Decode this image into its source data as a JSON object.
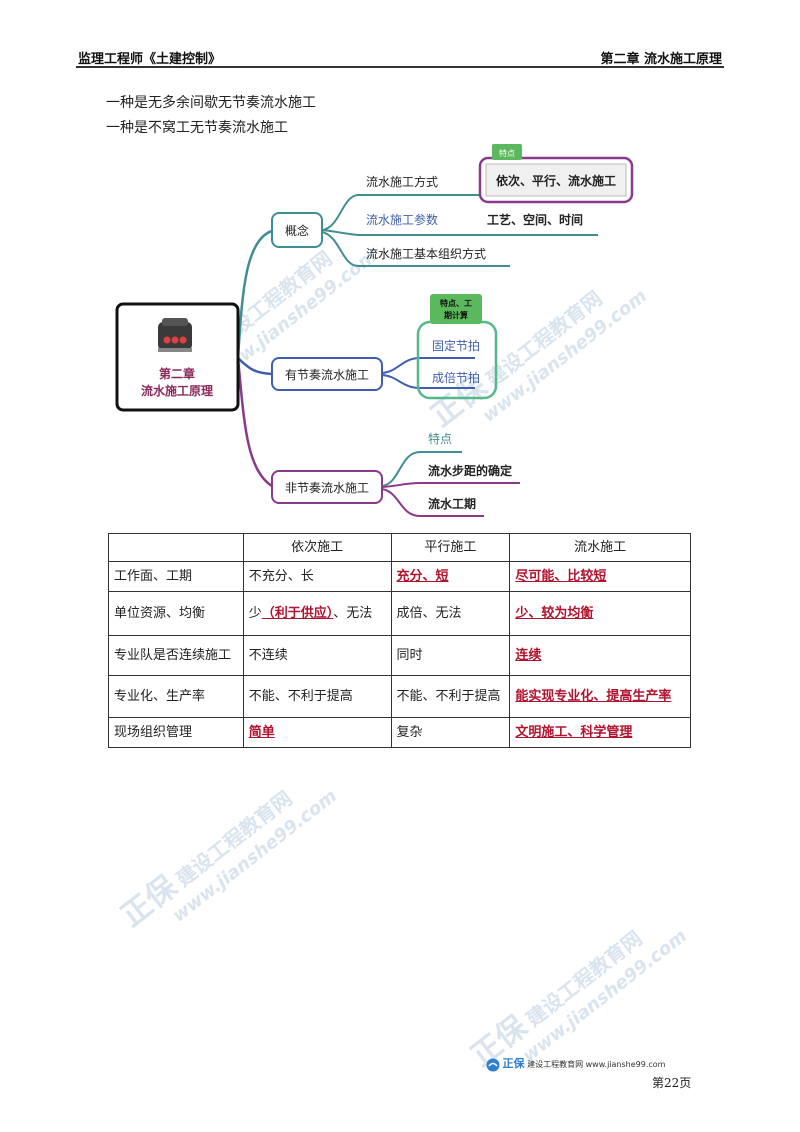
{
  "header": {
    "left": "监理工程师《土建控制》",
    "right": "第二章  流水施工原理"
  },
  "intro": [
    "一种是无多余间歇无节奏流水施工",
    "一种是不窝工无节奏流水施工"
  ],
  "mindmap": {
    "root": [
      "第二章",
      "流水施工原理"
    ],
    "concept": {
      "label": "概念",
      "items": [
        "流水施工方式",
        "流水施工参数",
        "流水施工基本组织方式"
      ],
      "mode_note_tag": "特点",
      "mode_note": "依次、平行、流水施工",
      "param_note": "工艺、空间、时间"
    },
    "rhythmic": {
      "label": "有节奏流水施工",
      "tag": [
        "特点、工",
        "期计算"
      ],
      "items": [
        "固定节拍",
        "成倍节拍"
      ]
    },
    "nonrhythmic": {
      "label": "非节奏流水施工",
      "items": [
        "特点",
        "流水步距的确定",
        "流水工期"
      ]
    }
  },
  "table": {
    "headers": [
      "",
      "依次施工",
      "平行施工",
      "流水施工"
    ],
    "rows": [
      {
        "label": "工作面、工期",
        "seq": "不充分、长",
        "par": "充分、短",
        "flow": "尽可能、比较短"
      },
      {
        "label": "单位资源、均衡",
        "seq_a": "少",
        "seq_b": "（利于供应）",
        "seq_c": "、无法",
        "par": "成倍、无法",
        "flow": "少、较为均衡"
      },
      {
        "label": "专业队是否连续施工",
        "seq": "不连续",
        "par": "同时",
        "flow": "连续"
      },
      {
        "label": "专业化、生产率",
        "seq": "不能、不利于提高",
        "par": "不能、不利于提高",
        "flow": "能实现专业化、提高生产率"
      },
      {
        "label": "现场组织管理",
        "seq": "简单",
        "par": "复杂",
        "flow": "文明施工、科学管理"
      }
    ]
  },
  "watermark": {
    "brand": "正保",
    "name": "建设工程教育网",
    "url": "www.jianshe99.com"
  },
  "footer": {
    "brand": "正保",
    "text": "建设工程教育网 www.jianshe99.com",
    "page": "第22页"
  },
  "colors": {
    "teal": "#3f8e92",
    "purple": "#8a3a8a",
    "blue": "#3f5fae",
    "green": "#55b88a",
    "red": "#b0132e"
  }
}
